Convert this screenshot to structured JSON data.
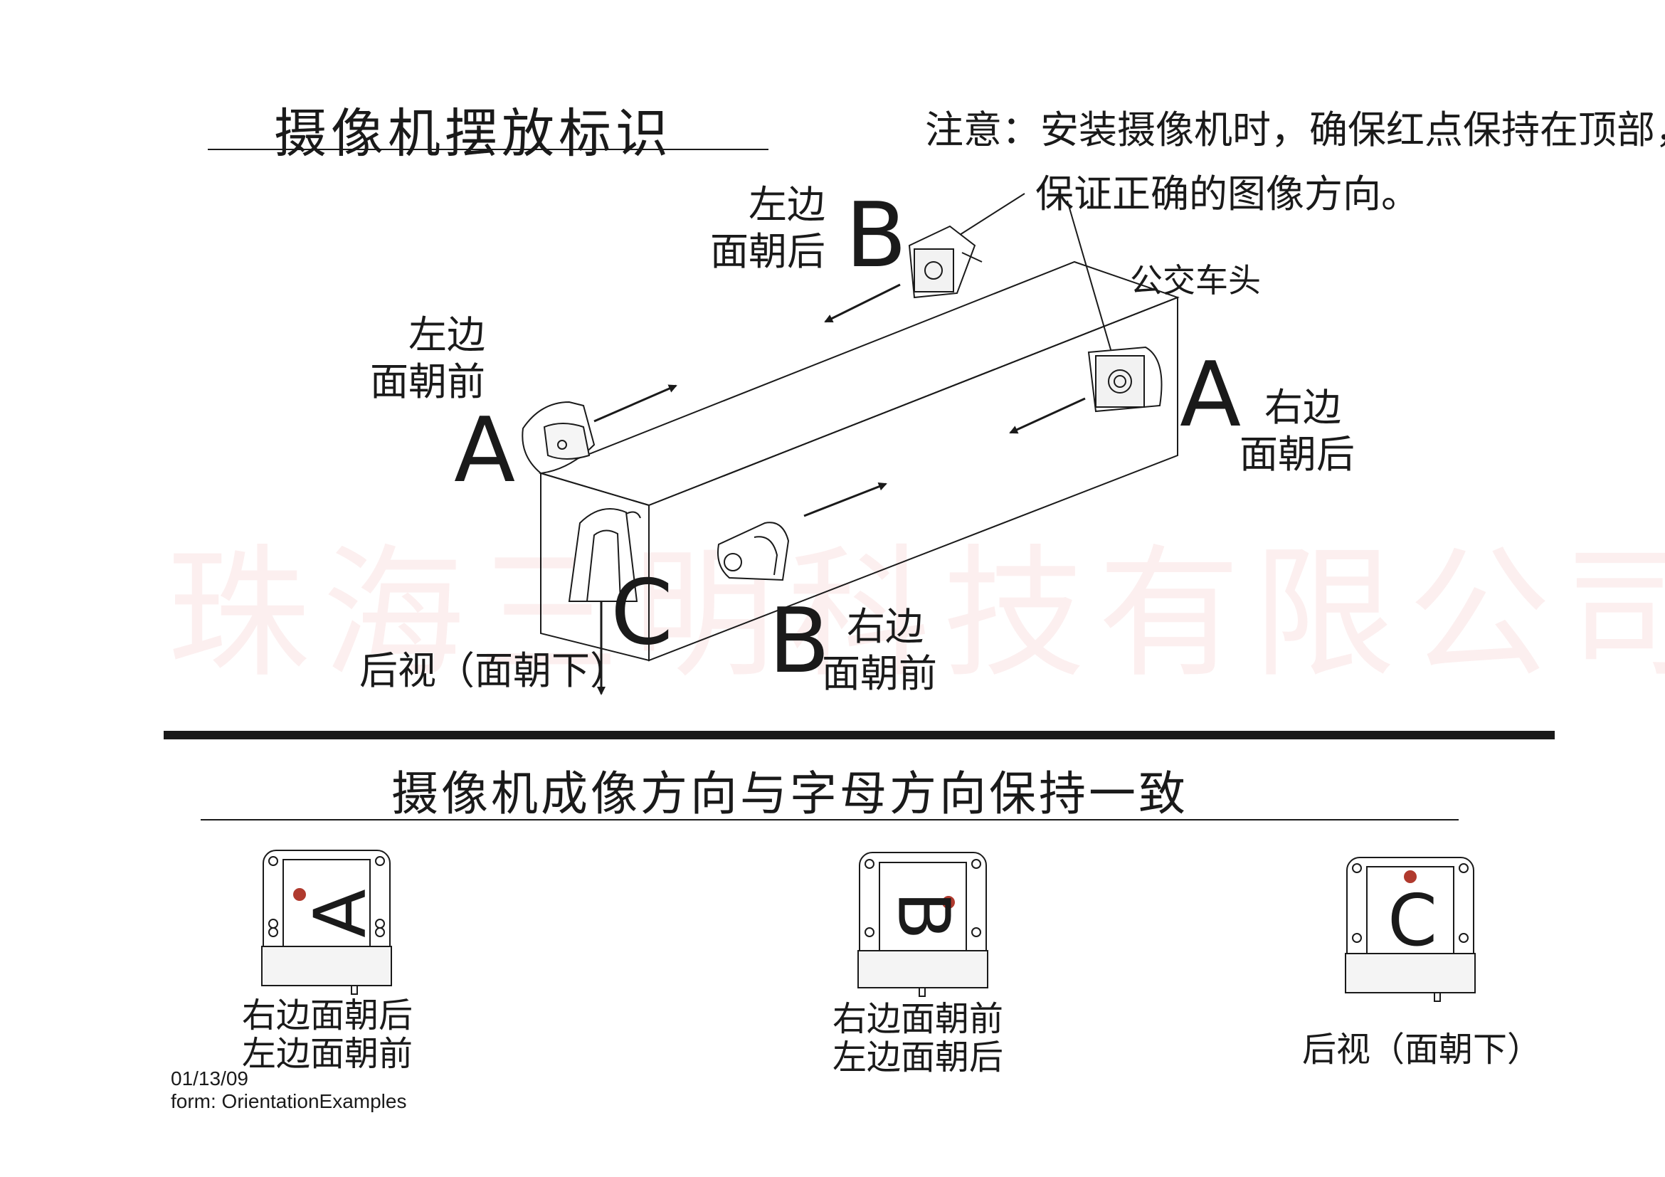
{
  "watermark": "珠海三明科技有限公司",
  "title_top": "摄像机摆放标识",
  "notice": {
    "line1": "注意：安装摄像机时，确保红点保持在顶部，",
    "line2": "保证正确的图像方向。"
  },
  "bus_front": "公交车头",
  "cameras": {
    "b_top": {
      "letter": "B",
      "line1": "左边",
      "line2": "面朝后"
    },
    "a_left": {
      "letter": "A",
      "line1": "左边",
      "line2": "面朝前"
    },
    "a_right": {
      "letter": "A",
      "line1": "右边",
      "line2": "面朝后"
    },
    "c_rear": {
      "letter": "C",
      "label": "后视（面朝下）"
    },
    "b_bottom": {
      "letter": "B",
      "line1": "右边",
      "line2": "面朝前"
    }
  },
  "title_bottom": "摄像机成像方向与字母方向保持一致",
  "units": [
    {
      "letter": "A",
      "line1": "右边面朝后",
      "line2": "左边面朝前"
    },
    {
      "letter": "B",
      "line1": "右边面朝前",
      "line2": "左边面朝后"
    },
    {
      "letter": "C",
      "line1": "后视（面朝下）",
      "line2": ""
    }
  ],
  "footer": {
    "date": "01/13/09",
    "form": "form: OrientationExamples"
  },
  "colors": {
    "ink": "#1a1a1a",
    "red_dot": "#b03a2e",
    "watermark": "#fcefef"
  }
}
